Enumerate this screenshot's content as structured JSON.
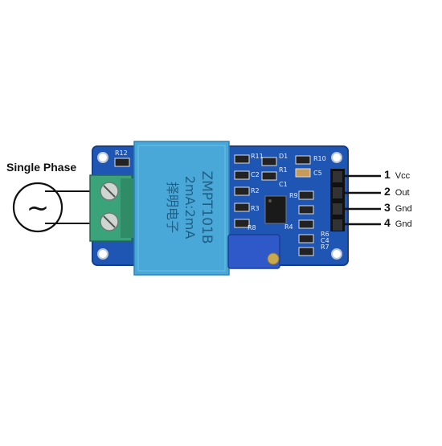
{
  "diagram": {
    "input_label": "Single Phase",
    "ac_symbol": "~",
    "transformer": {
      "model": "ZMPT101B",
      "rating": "2mA:2mA",
      "chinese_text": "择明电子"
    },
    "board_labels": [
      "R12",
      "R11",
      "D1",
      "R10",
      "C2",
      "R1",
      "C5",
      "R2",
      "C1",
      "R3",
      "R9",
      "R8",
      "R4",
      "R6",
      "C4",
      "R7"
    ],
    "pins": [
      {
        "number": "1",
        "name": "Vcc"
      },
      {
        "number": "2",
        "name": "Out"
      },
      {
        "number": "3",
        "name": "Gnd"
      },
      {
        "number": "4",
        "name": "Gnd"
      }
    ],
    "colors": {
      "pcb": "#1f56b3",
      "pcb_dark": "#163f8a",
      "transformer": "#4aa8d8",
      "terminal": "#3aa37a",
      "potentiometer": "#2f58c8",
      "header": "#111111"
    }
  }
}
